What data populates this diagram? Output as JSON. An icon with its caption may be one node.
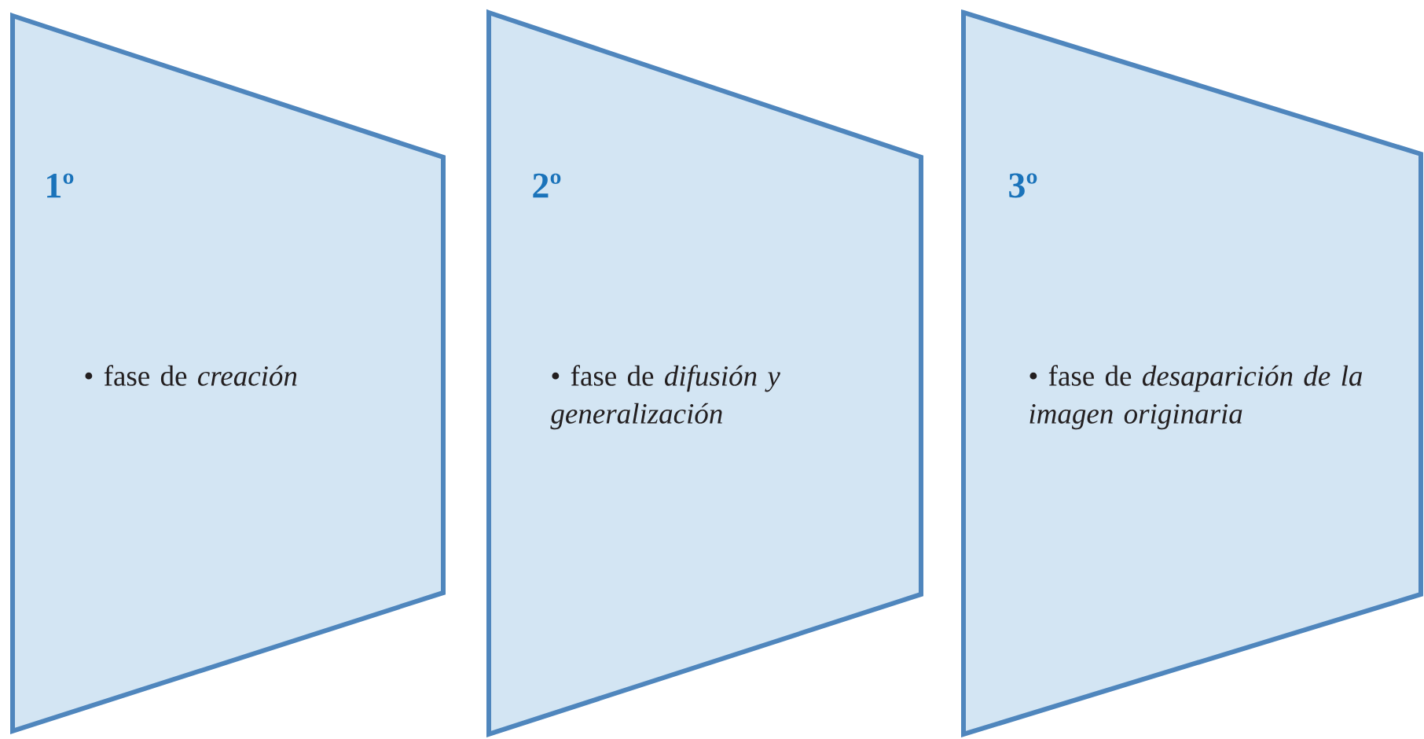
{
  "diagram": {
    "nodes": [
      {
        "text": [
          "1º",
          "• fase de *creación*"
        ]
      },
      {
        "text": [
          "2º",
          "• fase de *difusión y generalización*"
        ]
      },
      {
        "text": [
          "3º",
          "• fase de *desaparición de la imagen originaria*"
        ]
      }
    ]
  }
}
